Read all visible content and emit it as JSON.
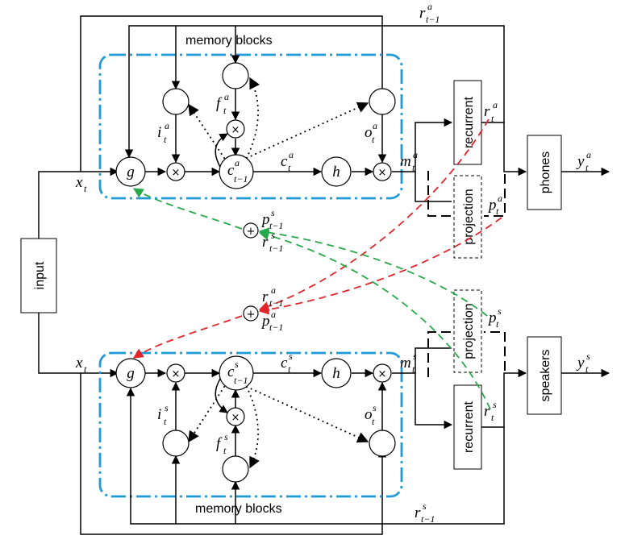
{
  "diagram": {
    "input_label": "input",
    "memory_blocks_label": "memory blocks",
    "top": {
      "x_in": "x",
      "x_sub": "t",
      "g": "g",
      "h": "h",
      "i": "i",
      "i_sup": "a",
      "i_sub": "t",
      "f": "f",
      "f_sup": "a",
      "f_sub": "t",
      "o": "o",
      "o_sup": "a",
      "o_sub": "t",
      "cprev": "c",
      "cprev_sup": "a",
      "cprev_sub": "t−1",
      "c": "c",
      "c_sup": "a",
      "c_sub": "t",
      "m": "m",
      "m_sup": "a",
      "m_sub": "t",
      "r_fb": "r",
      "r_fb_sup": "a",
      "r_fb_sub": "t−1",
      "r": "r",
      "r_sup": "a",
      "r_sub": "t",
      "p": "p",
      "p_sup": "a",
      "p_sub": "t",
      "recurrent": "recurrent",
      "projection": "projection",
      "output_box": "phones",
      "y": "y",
      "y_sup": "a",
      "y_sub": "t"
    },
    "bottom": {
      "x_in": "x",
      "x_sub": "t",
      "g": "g",
      "h": "h",
      "i": "i",
      "i_sup": "s",
      "i_sub": "t",
      "f": "f",
      "f_sup": "s",
      "f_sub": "t",
      "o": "o",
      "o_sup": "s",
      "o_sub": "t",
      "cprev": "c",
      "cprev_sup": "s",
      "cprev_sub": "t−1",
      "c": "c",
      "c_sup": "s",
      "c_sub": "t",
      "m": "m",
      "m_sup": "s",
      "m_sub": "t",
      "r_fb": "r",
      "r_fb_sup": "s",
      "r_fb_sub": "t−1",
      "r": "r",
      "r_sup": "s",
      "r_sub": "t",
      "p": "p",
      "p_sup": "s",
      "p_sub": "t",
      "recurrent": "recurrent",
      "projection": "projection",
      "output_box": "speakers",
      "y": "y",
      "y_sup": "s",
      "y_sub": "t"
    },
    "cross": {
      "upper_sum_p": "p",
      "upper_sum_p_sup": "s",
      "upper_sum_p_sub": "t−1",
      "upper_sum_r": "r",
      "upper_sum_r_sup": "s",
      "upper_sum_r_sub": "t−1",
      "lower_sum_r": "r",
      "lower_sum_r_sup": "a",
      "lower_sum_r_sub": "t−1",
      "lower_sum_p": "p",
      "lower_sum_p_sup": "a",
      "lower_sum_p_sub": "t−1"
    },
    "symbols": {
      "multiply": "×",
      "plus": "+"
    },
    "colors": {
      "memory_block_border": "#1e9bd7",
      "cross_red": "#e0262b",
      "cross_green": "#27a84a"
    }
  }
}
